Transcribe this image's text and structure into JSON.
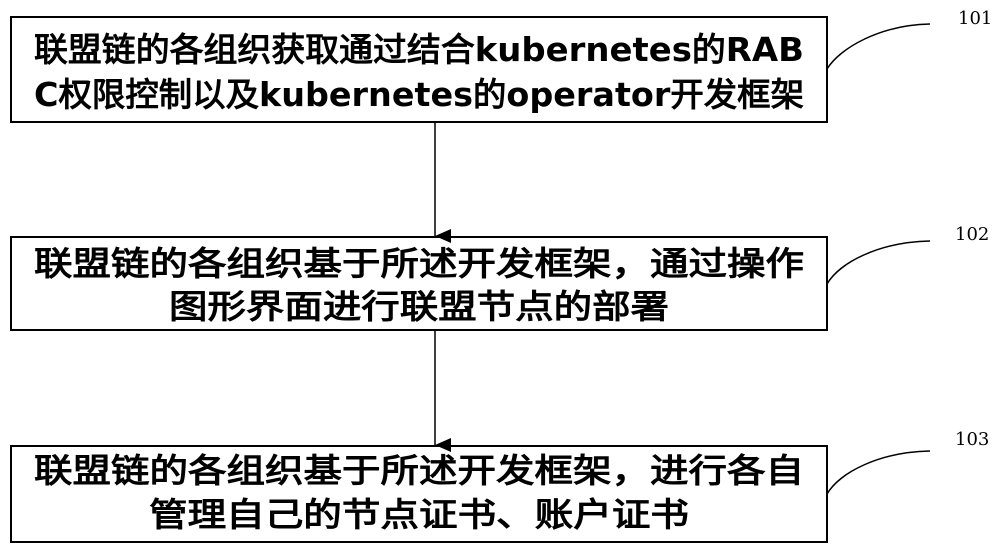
{
  "steps": [
    {
      "id": "101",
      "lines": [
        "联盟链的各组织获取通过结合kubernetes的RAB",
        "C权限控制以及kubernetes的operator开发框架"
      ]
    },
    {
      "id": "102",
      "lines": [
        "联盟链的各组织基于所述开发框架，通过操作",
        "图形界面进行联盟节点的部署"
      ]
    },
    {
      "id": "103",
      "lines": [
        "联盟链的各组织基于所述开发框架，进行各自",
        "管理自己的节点证书、账户证书"
      ]
    }
  ]
}
